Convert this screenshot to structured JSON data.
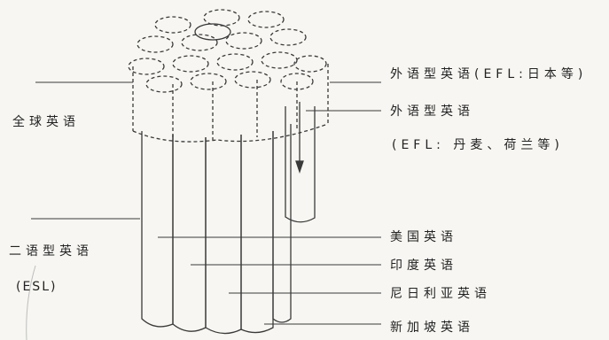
{
  "labels": {
    "global_english": "全球英语",
    "efl_japan": "外语型英语(EFL:日本等)",
    "efl_other": "外语型英语",
    "efl_other_examples": "(EFL: 丹麦、荷兰等)",
    "esl_title": "二语型英语",
    "esl_abbr": "(ESL)",
    "american": "美国英语",
    "indian": "印度英语",
    "nigerian": "尼日利亚英语",
    "singapore": "新加坡英语"
  }
}
